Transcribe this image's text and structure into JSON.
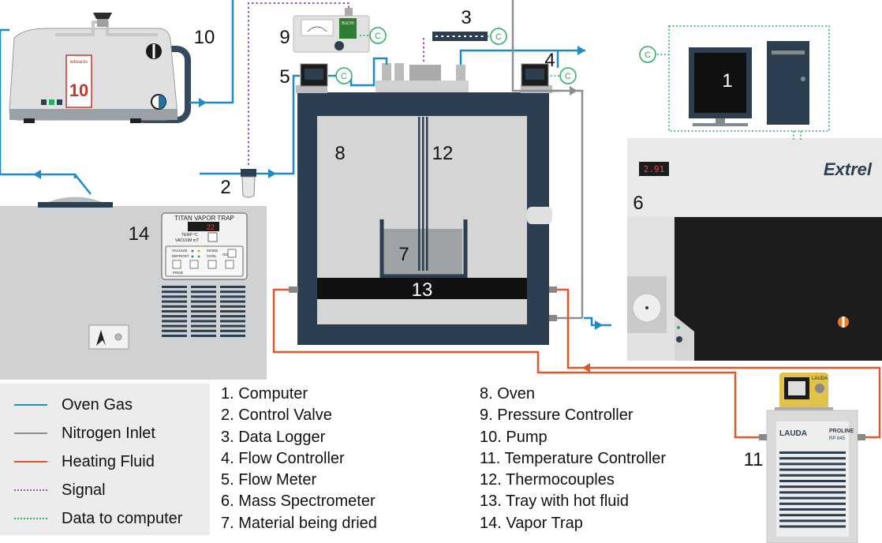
{
  "labels": {
    "n1": "1",
    "n2": "2",
    "n3": "3",
    "n4": "4",
    "n5": "5",
    "n6": "6",
    "n7": "7",
    "n8": "8",
    "n9": "9",
    "n10": "10",
    "n11": "11",
    "n12": "12",
    "n13": "13",
    "n14": "14"
  },
  "signal_marker": "C",
  "pump": {
    "brand": "edwards",
    "model": "10"
  },
  "mass_spec": {
    "brand": "Extrel",
    "display": "2.91"
  },
  "vapor_trap": {
    "title": "TITAN VAPOR TRAP",
    "display": "22",
    "temp_label": "TEMP °C",
    "vacuum_label": "VACUUM mT",
    "buttons": [
      "VACUUM",
      "MAINS",
      "DEFROST",
      "COOL",
      "GO",
      "PROG"
    ]
  },
  "pressure_controller": {
    "brand": "BUCHI"
  },
  "temp_controller": {
    "brand": "LAUDA",
    "line": "PRO",
    "line2": "LINE",
    "model": "RP 845"
  },
  "legend": [
    {
      "label": "Oven Gas",
      "color": "#1f8bc6",
      "style": "solid"
    },
    {
      "label": "Nitrogen Inlet",
      "color": "#8a8f93",
      "style": "solid"
    },
    {
      "label": "Heating Fluid",
      "color": "#e0582a",
      "style": "solid"
    },
    {
      "label": "Signal",
      "color": "#9b59b6",
      "style": "dotted"
    },
    {
      "label": "Data to computer",
      "color": "#27ae60",
      "style": "dotted"
    }
  ],
  "key_left": [
    "1. Computer",
    "2. Control Valve",
    "3. Data Logger",
    "4. Flow Controller",
    "5. Flow Meter",
    "6. Mass Spectrometer",
    "7. Material being dried"
  ],
  "key_right": [
    "8. Oven",
    "9. Pressure Controller",
    "10. Pump",
    "11. Temperature Controller",
    "12. Thermocouples",
    "13. Tray with hot fluid",
    "14. Vapor Trap"
  ]
}
